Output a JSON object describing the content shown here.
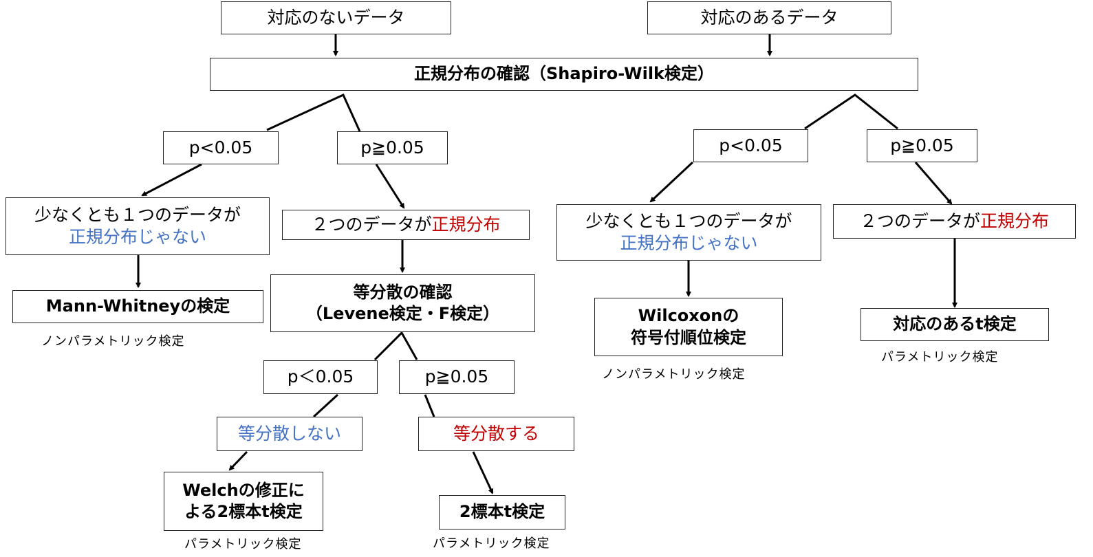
{
  "colors": {
    "blue": "#4472C4",
    "red": "#C00000",
    "line": "#000000"
  },
  "top": {
    "unpaired": "対応のないデータ",
    "paired": "対応のあるデータ",
    "normality_check": "正規分布の確認（Shapiro-Wilk検定）"
  },
  "unpaired": {
    "p_lt": "p<0.05",
    "p_ge": "p≧0.05",
    "not_normal_line1": "少なくとも１つのデータが",
    "not_normal_line2": "正規分布じゃない",
    "normal_prefix": "２つのデータが",
    "normal_highlight": "正規分布",
    "mann_whitney": "Mann-Whitneyの検定",
    "mann_whitney_note": "ノンパラメトリック検定",
    "variance_line1": "等分散の確認",
    "variance_line2": "（Levene検定・F検定）",
    "var_p_lt": "p＜0.05",
    "var_p_ge": "p≧0.05",
    "unequal_var": "等分散しない",
    "equal_var": "等分散する",
    "welch_line1": "Welchの修正に",
    "welch_line2": "よる2標本t検定",
    "welch_note": "パラメトリック検定",
    "two_sample": "2標本t検定",
    "two_sample_note": "パラメトリック検定"
  },
  "paired": {
    "p_lt": "p<0.05",
    "p_ge": "p≧0.05",
    "not_normal_line1": "少なくとも１つのデータが",
    "not_normal_line2": "正規分布じゃない",
    "normal_prefix": "２つのデータが",
    "normal_highlight": "正規分布",
    "wilcoxon_line1": "Wilcoxonの",
    "wilcoxon_line2": "符号付順位検定",
    "wilcoxon_note": "ノンパラメトリック検定",
    "paired_t": "対応のあるt検定",
    "paired_t_note": "パラメトリック検定"
  }
}
